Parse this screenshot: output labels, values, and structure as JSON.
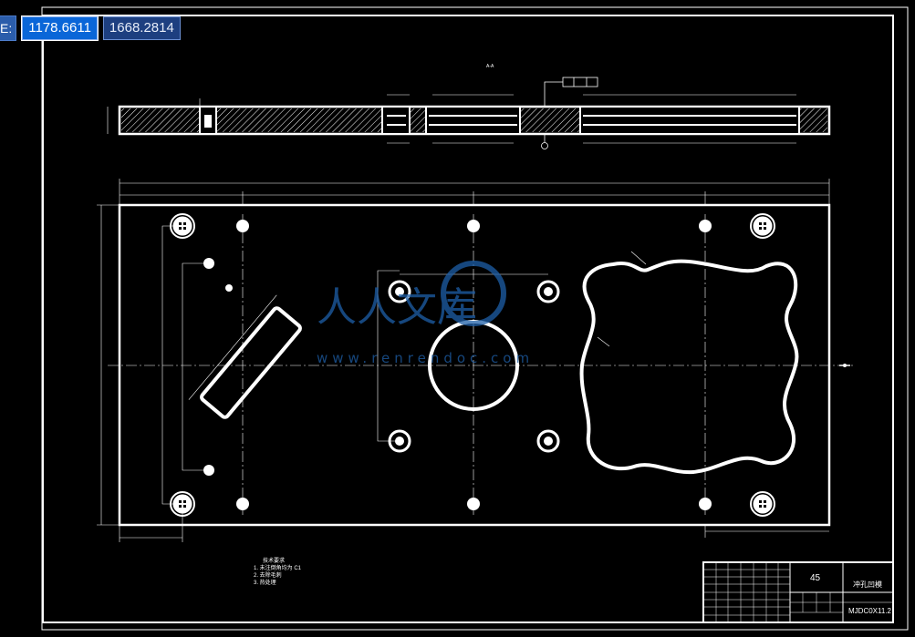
{
  "coordinates": {
    "label": "E:",
    "x_value": "1178.6611",
    "y_value": "1668.2814"
  },
  "title_block": {
    "material": "45",
    "part_name": "冲孔凹模",
    "drawing_number": "MJDC0X11.2"
  },
  "watermark": {
    "text": "人人文库",
    "url": "www.renrendoc.com"
  },
  "tech_requirements": {
    "heading": "技术要求",
    "items": [
      "1. 未注倒角均为 C1",
      "2. 去除毛刺",
      "3. 热处理"
    ]
  },
  "colors": {
    "background": "#000000",
    "line": "#ffffff",
    "watermark": "#1e5fa8",
    "coord_highlight": "#0a66d8"
  }
}
